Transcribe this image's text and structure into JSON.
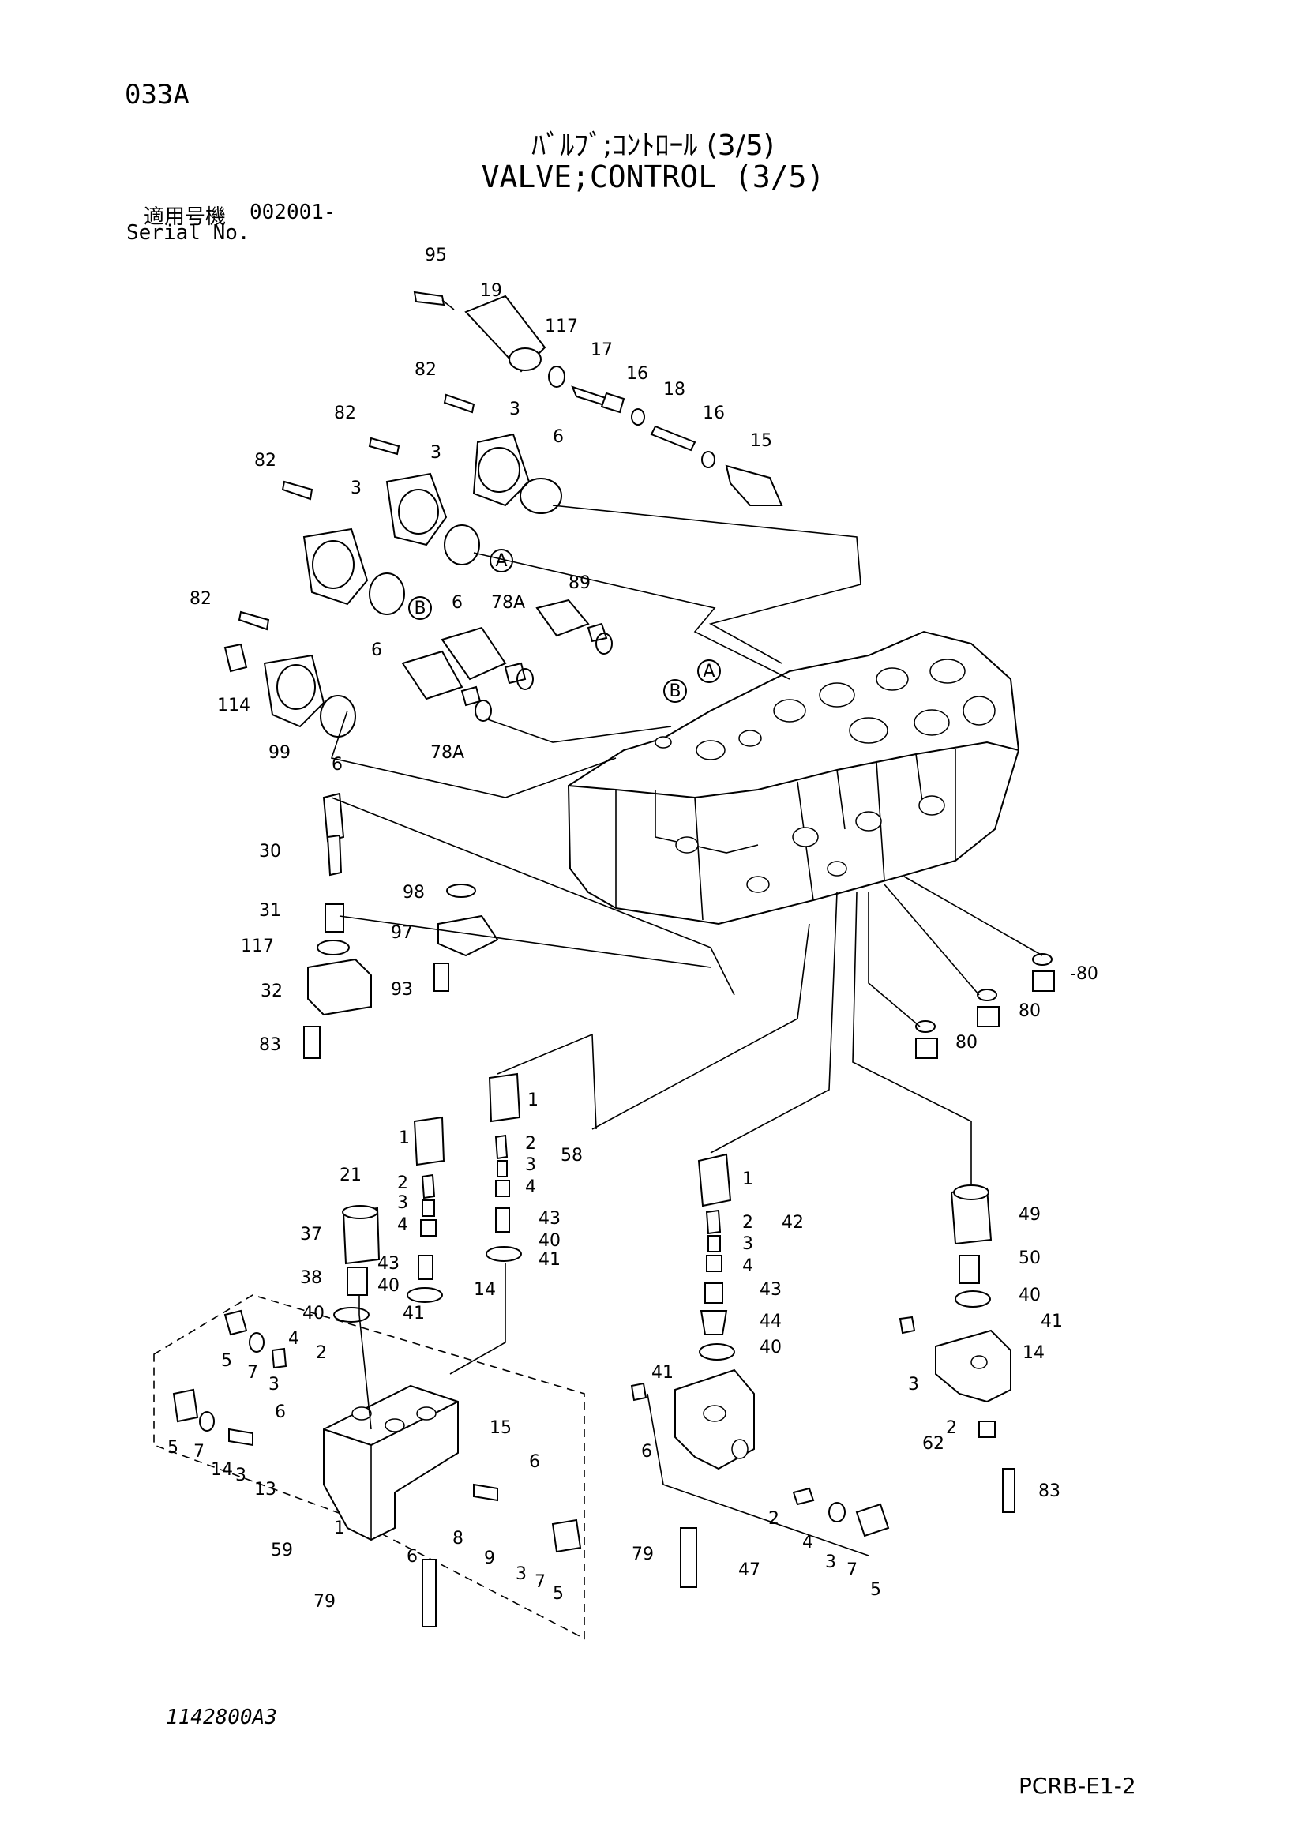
{
  "header": {
    "page_code": "033A",
    "title_jp": "ﾊﾞﾙﾌﾞ;ｺﾝﾄﾛｰﾙ (3/5)",
    "title_en": "VALVE;CONTROL (3/5)",
    "serial_label_jp": "適用号機",
    "serial_value": "002001-",
    "serial_label_en": "Serial No."
  },
  "callouts": {
    "c95": "95",
    "c19": "19",
    "c117a": "117",
    "c17": "17",
    "c16a": "16",
    "c18": "18",
    "c16b": "16",
    "c15a": "15",
    "c82a": "82",
    "c3a": "3",
    "c82b": "82",
    "c3b": "3",
    "c6a": "6",
    "c82c": "82",
    "c3c": "3",
    "c6b": "6",
    "c6c": "6",
    "c89": "89",
    "c78a1": "78A",
    "c82d": "82",
    "c114": "114",
    "c99": "99",
    "c6d": "6",
    "c78a2": "78A",
    "c30": "30",
    "c31": "31",
    "c117b": "117",
    "c32": "32",
    "c83a": "83",
    "c98": "98",
    "c97": "97",
    "c93": "93",
    "c80a": "-80",
    "c80b": "80",
    "c80c": "80",
    "c1a": "1",
    "c2a": "2",
    "c3d": "3",
    "c4a": "4",
    "c58": "58",
    "c21": "21",
    "c1b": "1",
    "c2b": "2",
    "c3e": "3",
    "c4b": "4",
    "c43a": "43",
    "c40a": "40",
    "c41a": "41",
    "c37": "37",
    "c43b": "43",
    "c38": "38",
    "c40b": "40",
    "c14a": "14",
    "c40c": "40",
    "c41b": "41",
    "c5a": "5",
    "c7a": "7",
    "c3f": "3",
    "c4c": "4",
    "c2c": "2",
    "c6e": "6",
    "c15b": "15",
    "c5b": "5",
    "c7b": "7",
    "c14b": "14",
    "c3g": "3",
    "c13": "13",
    "c1c": "1",
    "c6f": "6",
    "c6g": "6",
    "c8": "8",
    "c9": "9",
    "c3h": "3",
    "c7c": "7",
    "c5c": "5",
    "c59": "59",
    "c79a": "79",
    "c1d": "1",
    "c2d": "2",
    "c3i": "3",
    "c4d": "4",
    "c42": "42",
    "c43c": "43",
    "c44": "44",
    "c40d": "40",
    "c41c": "41",
    "c6h": "6",
    "c79b": "79",
    "c47": "47",
    "c2e": "2",
    "c4e": "4",
    "c3j": "3",
    "c7d": "7",
    "c5d": "5",
    "c49": "49",
    "c50": "50",
    "c40e": "40",
    "c41d": "41",
    "c14c": "14",
    "c3k": "3",
    "c2f": "2",
    "c62": "62",
    "c83b": "83",
    "refA1": "A",
    "refB1": "B",
    "refB2": "B",
    "refA2": "A"
  },
  "drawing_number": "1142800A3",
  "footer_code": "PCRB-E1-2"
}
